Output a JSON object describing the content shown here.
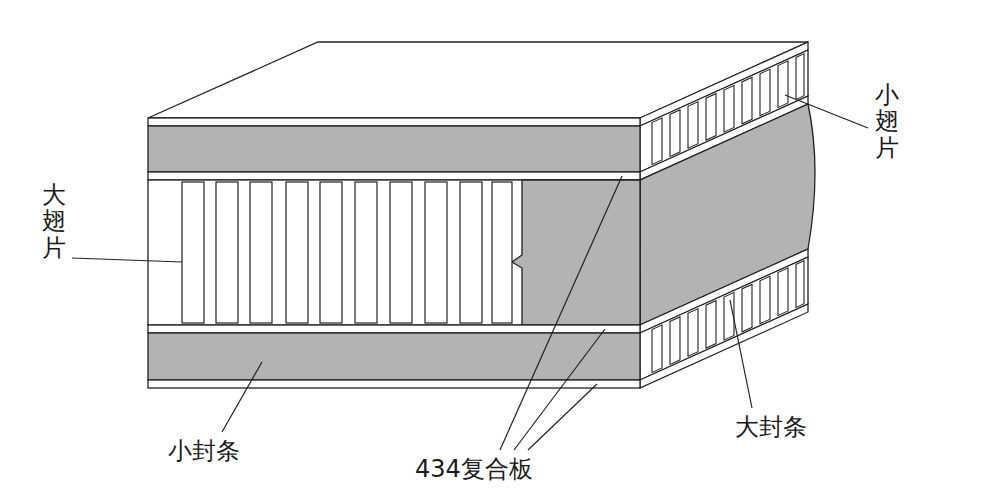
{
  "diagram": {
    "labels": [
      "小翅片",
      "大翅片",
      "大封条",
      "小封条",
      "434复合板"
    ]
  }
}
